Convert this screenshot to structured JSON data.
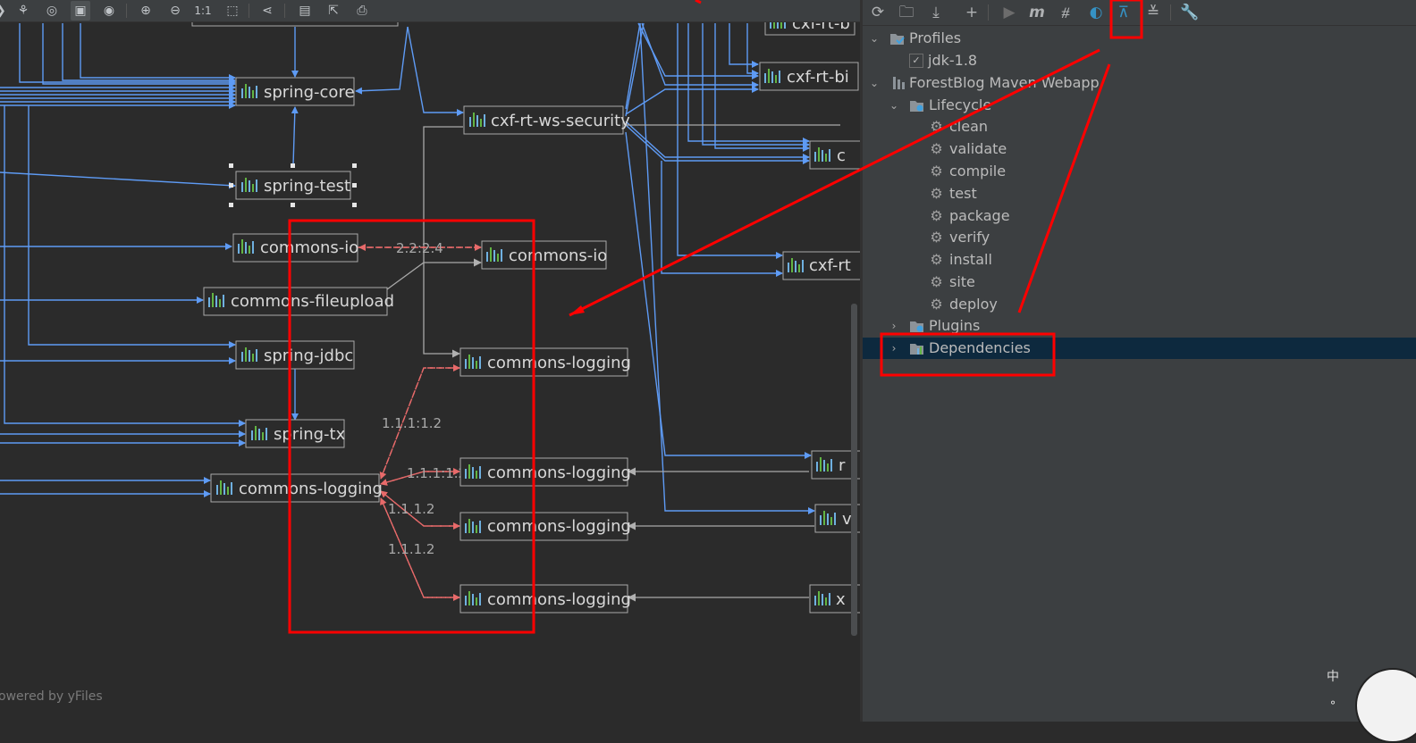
{
  "graph": {
    "nodes": {
      "spring_core": "spring-core",
      "cxf_ws_security": "cxf-rt-ws-security",
      "spring_test": "spring-test",
      "commons_io_left": "commons-io",
      "commons_io_right": "commons-io",
      "commons_fileupload": "commons-fileupload",
      "spring_jdbc": "spring-jdbc",
      "spring_tx": "spring-tx",
      "commons_logging_main": "commons-logging",
      "commons_logging_1": "commons-logging",
      "commons_logging_2": "commons-logging",
      "commons_logging_3": "commons-logging",
      "commons_logging_4": "commons-logging",
      "cxf_top_1": "cxf-rt-b",
      "cxf_top_2": "cxf-rt-bi",
      "cxf_c": "c",
      "cxf_rt": "cxf-rt",
      "node_r": "r",
      "node_v": "v",
      "node_x": "x"
    },
    "edge_labels": {
      "io_conflict": "2.2:2.4",
      "logging_a": "1.1.1:1.2",
      "logging_b": "1.1.1:1.2",
      "logging_c": "1.1.1.2",
      "logging_d": "1.1.1.2"
    },
    "footer": "owered by yFiles"
  },
  "maven_panel": {
    "tree": {
      "profiles": "Profiles",
      "jdk": "jdk-1.8",
      "project": "ForestBlog Maven Webapp",
      "lifecycle": "Lifecycle",
      "goals": [
        "clean",
        "validate",
        "compile",
        "test",
        "package",
        "verify",
        "install",
        "site",
        "deploy"
      ],
      "plugins": "Plugins",
      "dependencies": "Dependencies"
    }
  },
  "toolbar_icons": {
    "graph": [
      "layout-icon",
      "fit-selection-icon",
      "actual-size-select-icon",
      "show-icon",
      "zoom-in-icon",
      "zoom-out-icon",
      "actual-size-icon",
      "fit-content-icon",
      "share-icon",
      "save-icon",
      "export-icon",
      "print-icon"
    ],
    "maven": [
      "reload-icon",
      "add-maven-projects-icon",
      "download-icon",
      "plus-icon",
      "run-icon",
      "execute-goal-icon",
      "skip-tests-icon",
      "toggle-offline-icon",
      "show-dependencies-icon",
      "collapse-all-icon",
      "settings-icon"
    ]
  },
  "ime": {
    "language": "中"
  },
  "colors": {
    "annotation": "#ff0000",
    "edge_blue": "#5e9bf5",
    "edge_conflict": "#e86a6a",
    "edge_gray": "#a9a9a9",
    "selection": "#0d293e"
  }
}
